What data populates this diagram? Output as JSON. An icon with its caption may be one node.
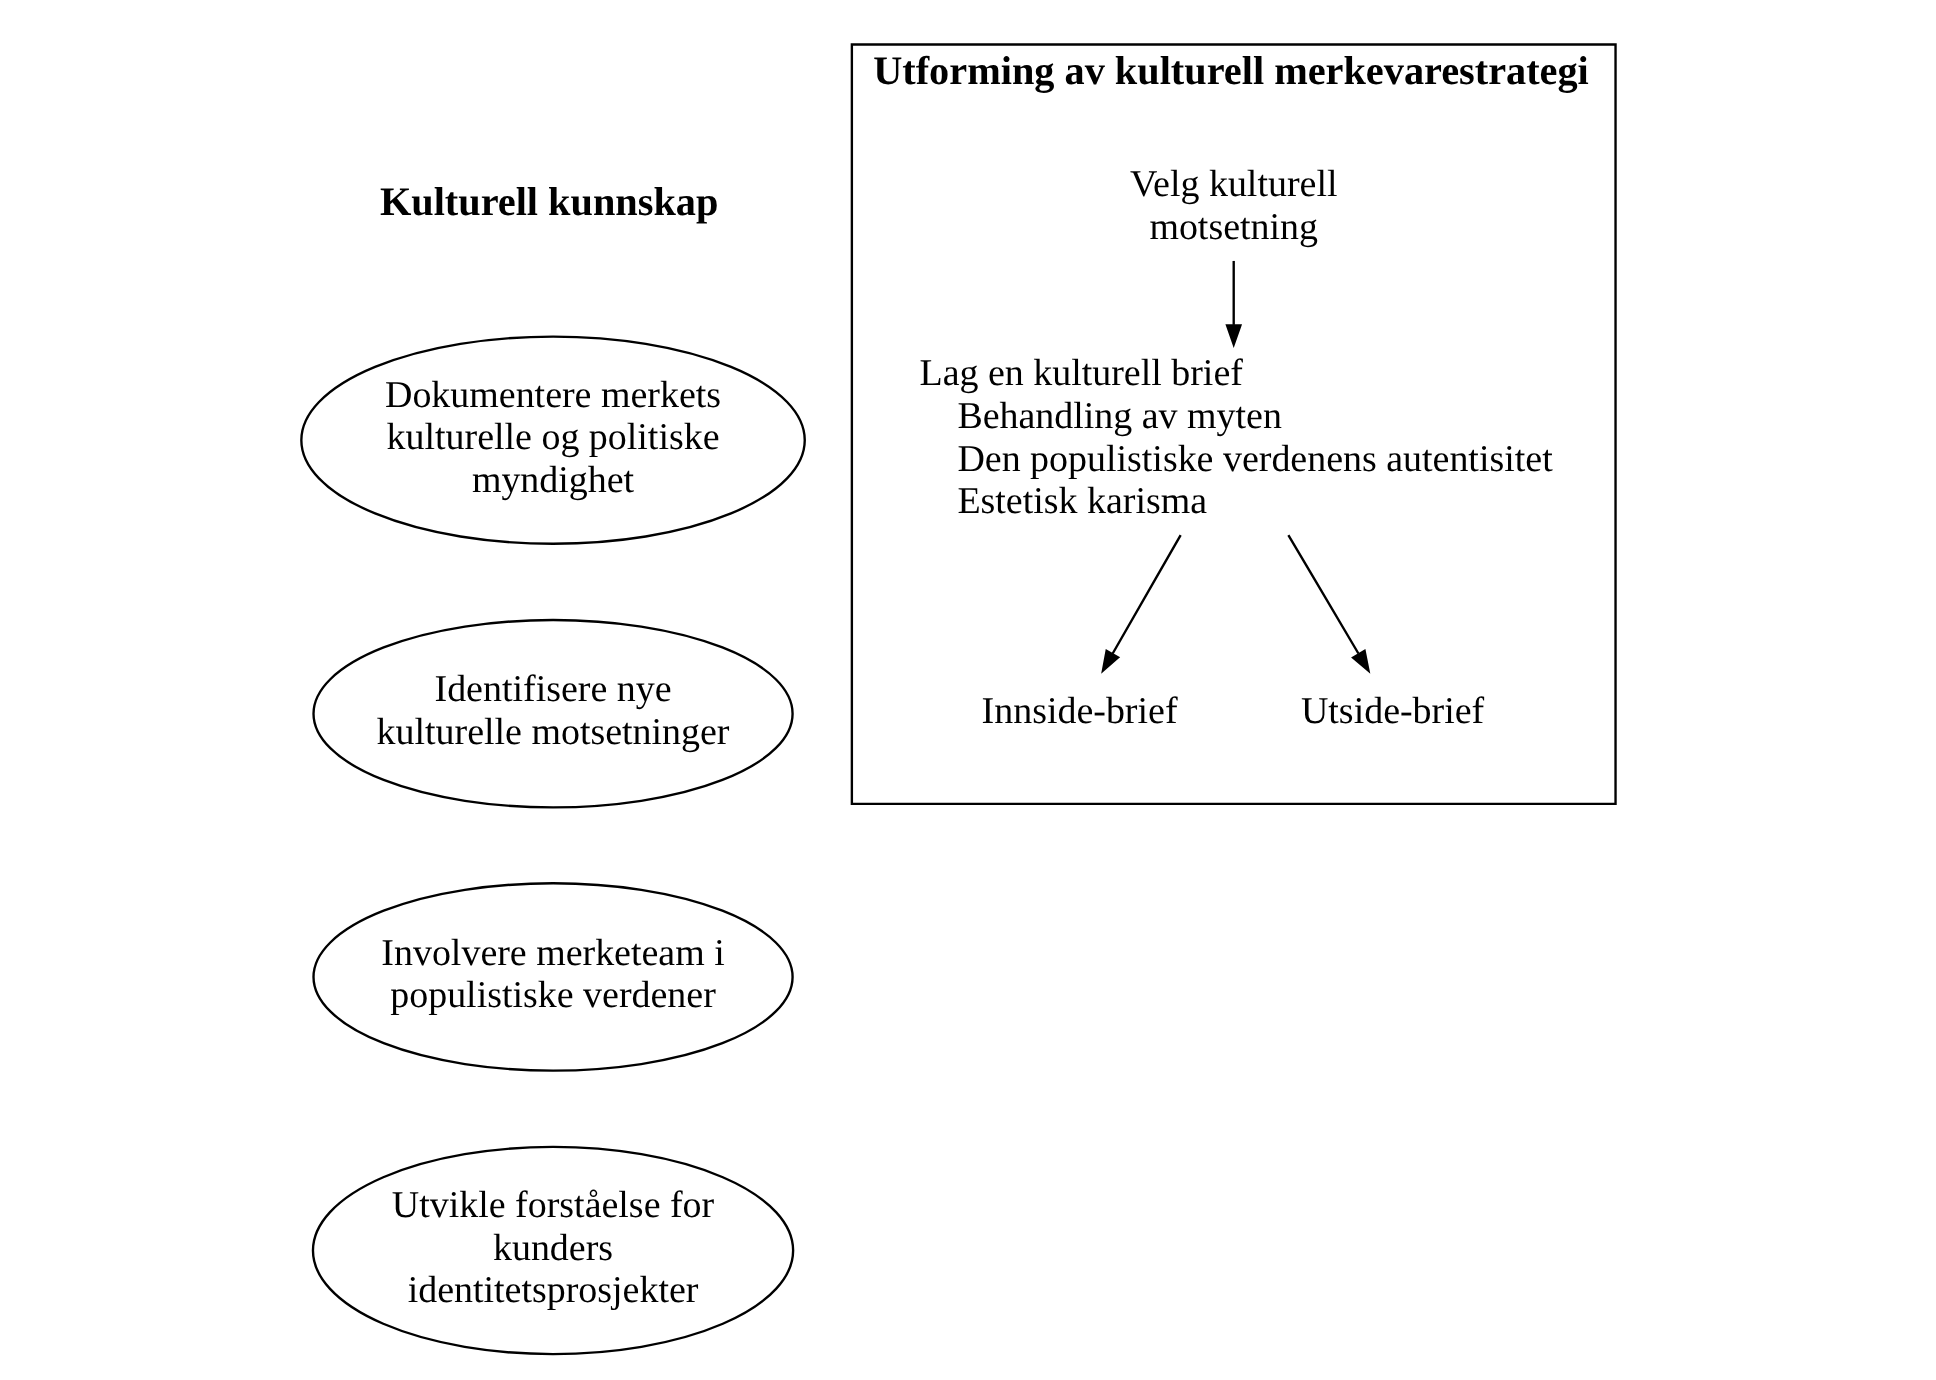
{
  "diagram": {
    "nodes": [
      {
        "text": [
          "Dokumentere merkets kulturelle og politiske myndighet"
        ]
      },
      {
        "text": [
          "Identifisere nye kulturelle motsetninger"
        ]
      },
      {
        "text": [
          "Involvere merketeam i populistiske verdener"
        ]
      },
      {
        "text": [
          "Utvikle forståelse for kunders identitetsprosjekter"
        ]
      },
      {
        "text": [
          "Utforming av kulturell merkevarestrategi"
        ]
      },
      {
        "text": [
          "Velg kulturell motsetning"
        ],
        "in": 4
      },
      {
        "text": [
          "Lag en kulturell brief",
          "Behandling av myten",
          "Den populistiske verdenens autentisitet",
          "Estetisk karisma"
        ],
        "in": 4
      },
      {
        "text": [
          "Innside-brief"
        ],
        "in": 4
      },
      {
        "text": [
          "Utside-brief"
        ],
        "in": 4
      }
    ],
    "edges": [
      {
        "from": 5,
        "to": 6,
        "arrow": "to"
      },
      {
        "from": 6,
        "to": 7,
        "arrow": "to"
      },
      {
        "from": 6,
        "to": 8,
        "arrow": "to"
      }
    ],
    "labels": [
      "Kulturell kunnskap"
    ]
  }
}
